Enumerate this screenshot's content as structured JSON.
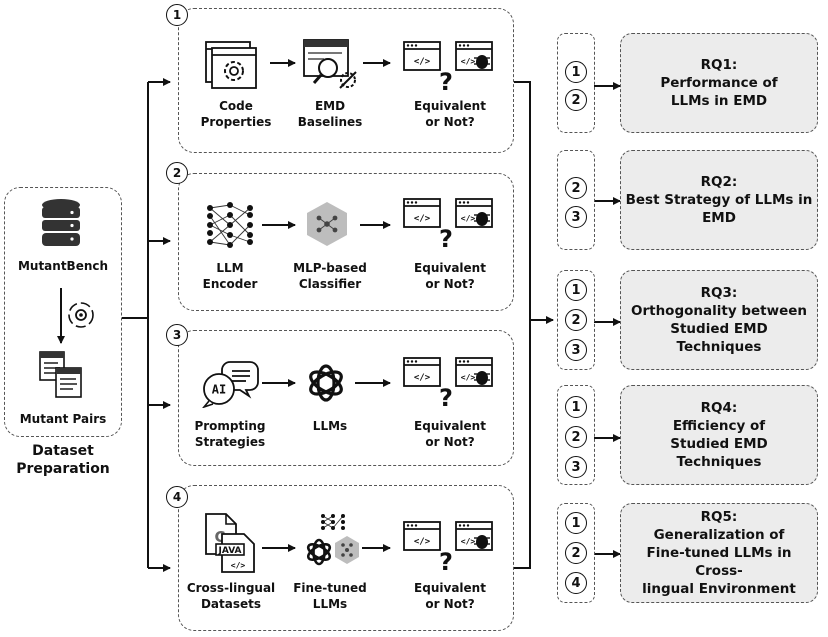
{
  "dataset": {
    "source": "MutantBench",
    "pairs": "Mutant Pairs",
    "caption": "Dataset\nPreparation"
  },
  "pipelines": [
    {
      "tag": "1",
      "step1": "Code\nProperties",
      "step2": "EMD\nBaselines",
      "step3": "Equivalent\nor Not?"
    },
    {
      "tag": "2",
      "step1": "LLM\nEncoder",
      "step2": "MLP-based\nClassifier",
      "step3": "Equivalent\nor Not?"
    },
    {
      "tag": "3",
      "step1": "Prompting\nStrategies",
      "step2": "LLMs",
      "step3": "Equivalent\nor Not?"
    },
    {
      "tag": "4",
      "step1": "Cross-lingual\nDatasets",
      "step2": "Fine-tuned\nLLMs",
      "step3": "Equivalent\nor Not?"
    }
  ],
  "icon_text": {
    "ai": "AI",
    "java": "JAVA",
    "code": "</>",
    "question": "?"
  },
  "research_questions": [
    {
      "title": "RQ1:",
      "text": "Performance of\nLLMs in EMD",
      "inputs": [
        "1",
        "2"
      ]
    },
    {
      "title": "RQ2:",
      "text": "Best Strategy of LLMs in\nEMD",
      "inputs": [
        "2",
        "3"
      ]
    },
    {
      "title": "RQ3:",
      "text": "Orthogonality between\nStudied EMD\nTechniques",
      "inputs": [
        "1",
        "2",
        "3"
      ]
    },
    {
      "title": "RQ4:",
      "text": "Efficiency of\nStudied EMD\nTechniques",
      "inputs": [
        "1",
        "2",
        "3"
      ]
    },
    {
      "title": "RQ5:",
      "text": "Generalization of\nFine-tuned LLMs in Cross-\nlingual Environment",
      "inputs": [
        "1",
        "2",
        "4"
      ]
    }
  ]
}
